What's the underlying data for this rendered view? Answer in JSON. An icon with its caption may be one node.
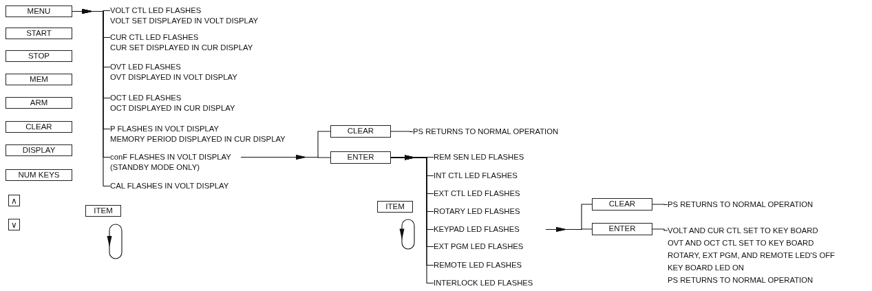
{
  "diagram": {
    "nodes": [
      {
        "text": [
          "MENU"
        ]
      },
      {
        "text": [
          "START"
        ]
      },
      {
        "text": [
          "STOP"
        ]
      },
      {
        "text": [
          "MEM"
        ]
      },
      {
        "text": [
          "ARM"
        ]
      },
      {
        "text": [
          "CLEAR"
        ]
      },
      {
        "text": [
          "DISPLAY"
        ]
      },
      {
        "text": [
          "NUM KEYS"
        ]
      },
      {
        "text": [
          "∧"
        ]
      },
      {
        "text": [
          "∨"
        ]
      },
      {
        "text": [
          "ITEM"
        ]
      },
      {
        "text": [
          "VOLT CTL LED FLASHES",
          "VOLT SET DISPLAYED IN VOLT DISPLAY"
        ]
      },
      {
        "text": [
          "CUR CTL LED FLASHES",
          "CUR SET DISPLAYED IN CUR DISPLAY"
        ]
      },
      {
        "text": [
          "OVT LED FLASHES",
          "OVT DISPLAYED IN VOLT DISPLAY"
        ]
      },
      {
        "text": [
          "OCT LED FLASHES",
          "OCT DISPLAYED IN CUR DISPLAY"
        ]
      },
      {
        "text": [
          "P FLASHES IN VOLT DISPLAY",
          "MEMORY PERIOD DISPLAYED IN CUR DISPLAY"
        ]
      },
      {
        "text": [
          "conF FLASHES IN VOLT DISPLAY",
          "(STANDBY MODE ONLY)"
        ]
      },
      {
        "text": [
          "CAL FLASHES IN VOLT DISPLAY"
        ]
      },
      {
        "text": [
          "CLEAR"
        ]
      },
      {
        "text": [
          "ENTER"
        ]
      },
      {
        "text": [
          "PS RETURNS TO NORMAL OPERATION"
        ]
      },
      {
        "text": [
          "ITEM"
        ]
      },
      {
        "text": [
          "REM SEN LED FLASHES"
        ]
      },
      {
        "text": [
          "INT CTL LED FLASHES"
        ]
      },
      {
        "text": [
          "EXT CTL LED FLASHES"
        ]
      },
      {
        "text": [
          "ROTARY LED FLASHES"
        ]
      },
      {
        "text": [
          "KEYPAD LED FLASHES"
        ]
      },
      {
        "text": [
          "EXT PGM LED FLASHES"
        ]
      },
      {
        "text": [
          "REMOTE LED FLASHES"
        ]
      },
      {
        "text": [
          "INTERLOCK LED FLASHES"
        ]
      },
      {
        "text": [
          "CLEAR"
        ]
      },
      {
        "text": [
          "ENTER"
        ]
      },
      {
        "text": [
          "PS RETURNS TO NORMAL OPERATION"
        ]
      },
      {
        "text": [
          "VOLT AND CUR CTL SET TO KEY BOARD",
          "OVT AND OCT CTL SET TO KEY BOARD",
          "ROTARY, EXT PGM, AND REMOTE LED'S OFF",
          "KEY BOARD LED ON",
          "PS RETURNS TO NORMAL OPERATION"
        ]
      }
    ],
    "edges": [
      {
        "from": 0,
        "to": 11,
        "arrow": "to"
      },
      {
        "from": 0,
        "to": 12,
        "arrow": "to"
      },
      {
        "from": 0,
        "to": 13,
        "arrow": "to"
      },
      {
        "from": 0,
        "to": 14,
        "arrow": "to"
      },
      {
        "from": 0,
        "to": 15,
        "arrow": "to"
      },
      {
        "from": 0,
        "to": 16,
        "arrow": "to"
      },
      {
        "from": 0,
        "to": 17,
        "arrow": "to"
      },
      {
        "from": 16,
        "to": 18,
        "arrow": "to"
      },
      {
        "from": 16,
        "to": 19,
        "arrow": "to"
      },
      {
        "from": 18,
        "to": 20,
        "arrow": "none"
      },
      {
        "from": 19,
        "to": 22,
        "arrow": "to"
      },
      {
        "from": 19,
        "to": 23,
        "arrow": "to"
      },
      {
        "from": 19,
        "to": 24,
        "arrow": "to"
      },
      {
        "from": 19,
        "to": 25,
        "arrow": "to"
      },
      {
        "from": 19,
        "to": 26,
        "arrow": "to"
      },
      {
        "from": 19,
        "to": 27,
        "arrow": "to"
      },
      {
        "from": 19,
        "to": 28,
        "arrow": "to"
      },
      {
        "from": 19,
        "to": 29,
        "arrow": "to"
      },
      {
        "from": 26,
        "to": 30,
        "arrow": "to"
      },
      {
        "from": 26,
        "to": 31,
        "arrow": "to"
      },
      {
        "from": 30,
        "to": 32,
        "arrow": "none"
      },
      {
        "from": 31,
        "to": 33,
        "arrow": "none"
      }
    ]
  }
}
